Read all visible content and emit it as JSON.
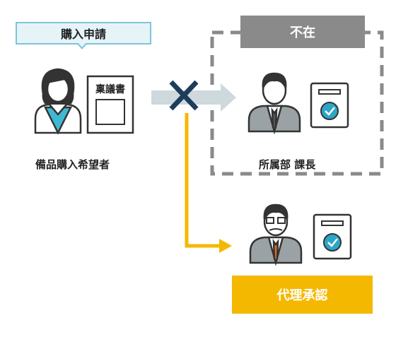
{
  "callout": {
    "text": "購入申請"
  },
  "document": {
    "title": "稟議書"
  },
  "requester": {
    "label": "備品購入希望者"
  },
  "manager": {
    "label": "所属部 課長",
    "status": "不在"
  },
  "proxy": {
    "label": "代理承認"
  },
  "colors": {
    "callout_bg": "#e6f4f8",
    "callout_border": "#7fc4d8",
    "absent_tag": "#8a8a8a",
    "proxy_tag": "#f5b800",
    "arrow_gray": "#cdd9dc",
    "cross": "#1e3d5c",
    "arrow_yellow": "#f5b800",
    "dashed_border": "#8a8a8a",
    "check_circle": "#2ba6c8"
  },
  "icons": [
    "woman-icon",
    "document-icon",
    "cross-icon",
    "man-icon",
    "approval-form-icon",
    "check-icon",
    "man-glasses-icon"
  ]
}
